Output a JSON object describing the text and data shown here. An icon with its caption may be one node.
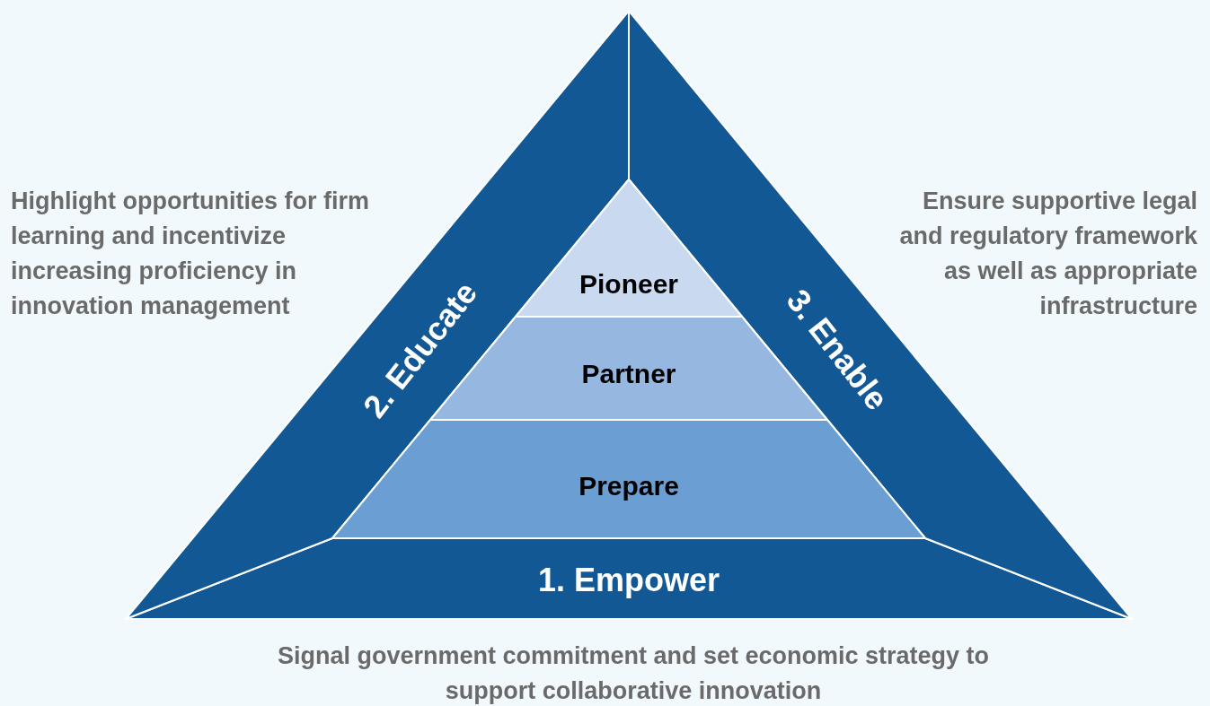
{
  "diagram": {
    "nodes": [
      {
        "text": [
          "1. Empower"
        ],
        "beside": [
          "Signal government commitment and set economic strategy to support collaborative innovation"
        ]
      },
      {
        "text": [
          "2. Educate"
        ],
        "beside": [
          "Highlight opportunities for firm learning and incentivize increasing proficiency in innovation management"
        ]
      },
      {
        "text": [
          "3. Enable"
        ],
        "beside": [
          "Ensure supportive legal and regulatory framework as well as appropriate infrastructure"
        ]
      },
      {
        "text": [
          "Pioneer"
        ]
      },
      {
        "text": [
          "Partner"
        ]
      },
      {
        "text": [
          "Prepare"
        ]
      }
    ]
  }
}
